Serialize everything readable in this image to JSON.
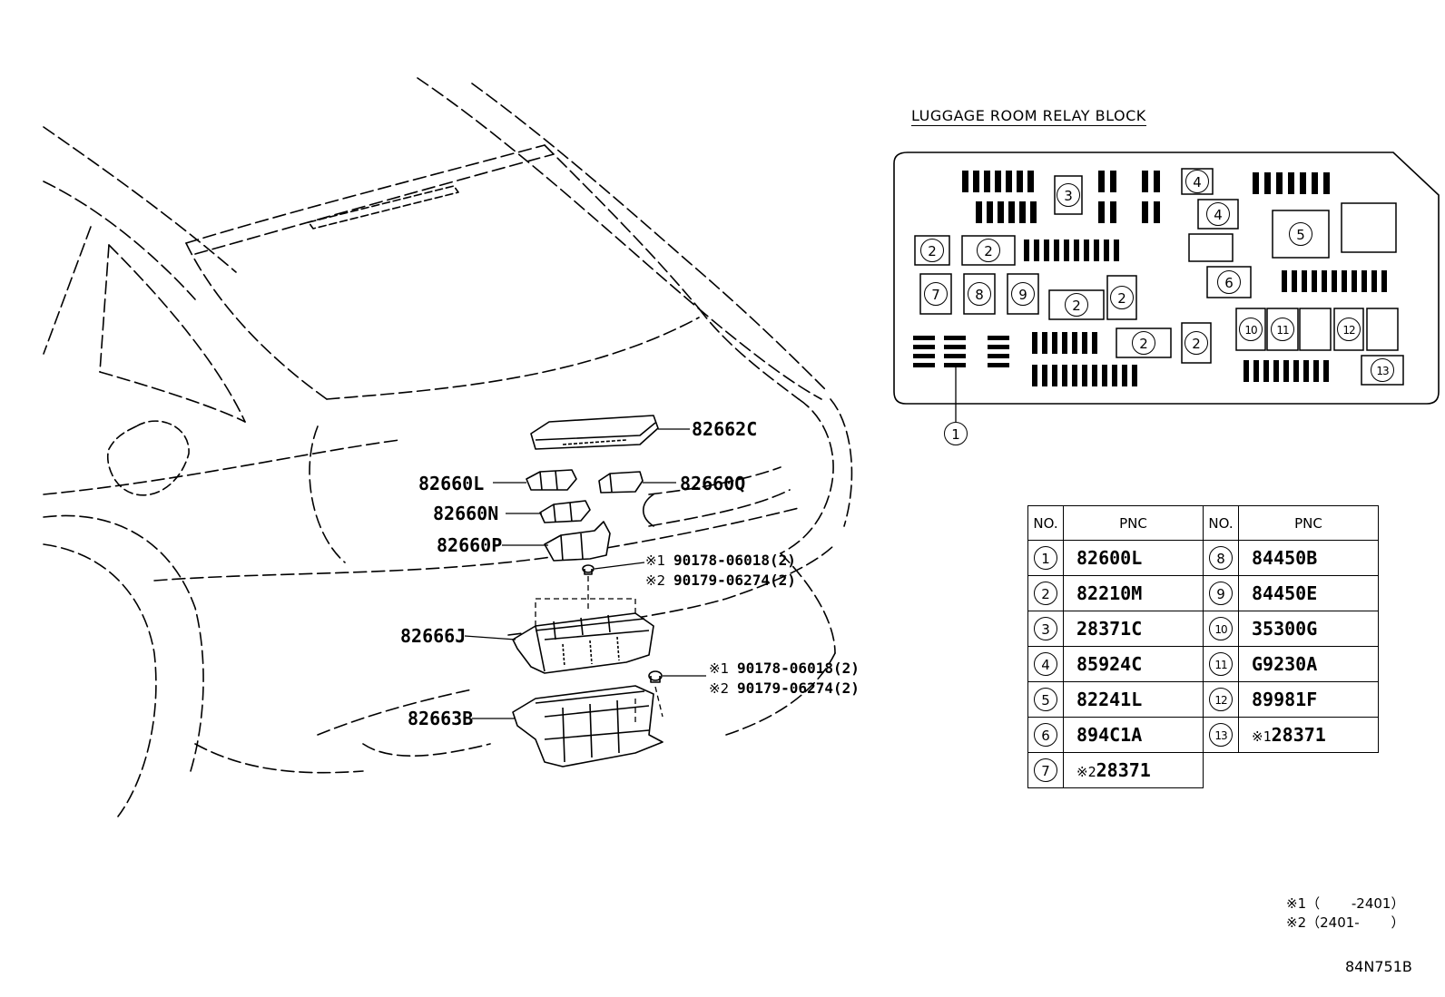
{
  "block_title": "LUGGAGE ROOM RELAY BLOCK",
  "callouts": {
    "cover": "82662C",
    "relay_l": "82660L",
    "relay_q": "82660Q",
    "relay_n": "82660N",
    "relay_p": "82660P",
    "block_j": "82666J",
    "bracket_b": "82663B",
    "nut1_a_mark": "※1",
    "nut1_a": "90178-06018(2)",
    "nut1_b_mark": "※2",
    "nut1_b": "90179-06274(2)",
    "nut2_a_mark": "※1",
    "nut2_a": "90178-06018(2)",
    "nut2_b_mark": "※2",
    "nut2_b": "90179-06274(2)"
  },
  "relay_block": {
    "circle_labels": {
      "c1": "1",
      "c2": "2",
      "c3": "3",
      "c4": "4",
      "c5": "5",
      "c6": "6",
      "c7": "7",
      "c8": "8",
      "c9": "9",
      "c10": "10",
      "c11": "11",
      "c12": "12",
      "c13": "13"
    }
  },
  "table": {
    "header_no": "NO.",
    "header_pnc": "PNC",
    "left": [
      {
        "no": "1",
        "pnc": "82600L",
        "mark": ""
      },
      {
        "no": "2",
        "pnc": "82210M",
        "mark": ""
      },
      {
        "no": "3",
        "pnc": "28371C",
        "mark": ""
      },
      {
        "no": "4",
        "pnc": "85924C",
        "mark": ""
      },
      {
        "no": "5",
        "pnc": "82241L",
        "mark": ""
      },
      {
        "no": "6",
        "pnc": "894C1A",
        "mark": ""
      },
      {
        "no": "7",
        "pnc": "28371",
        "mark": "※2"
      }
    ],
    "right": [
      {
        "no": "8",
        "pnc": "84450B",
        "mark": ""
      },
      {
        "no": "9",
        "pnc": "84450E",
        "mark": ""
      },
      {
        "no": "10",
        "pnc": "35300G",
        "mark": ""
      },
      {
        "no": "11",
        "pnc": "G9230A",
        "mark": ""
      },
      {
        "no": "12",
        "pnc": "89981F",
        "mark": ""
      },
      {
        "no": "13",
        "pnc": "28371",
        "mark": "※1"
      }
    ]
  },
  "notes": [
    "※1（　　 -2401）",
    "※2（2401-　　 ）"
  ],
  "figure_code": "84N751B"
}
